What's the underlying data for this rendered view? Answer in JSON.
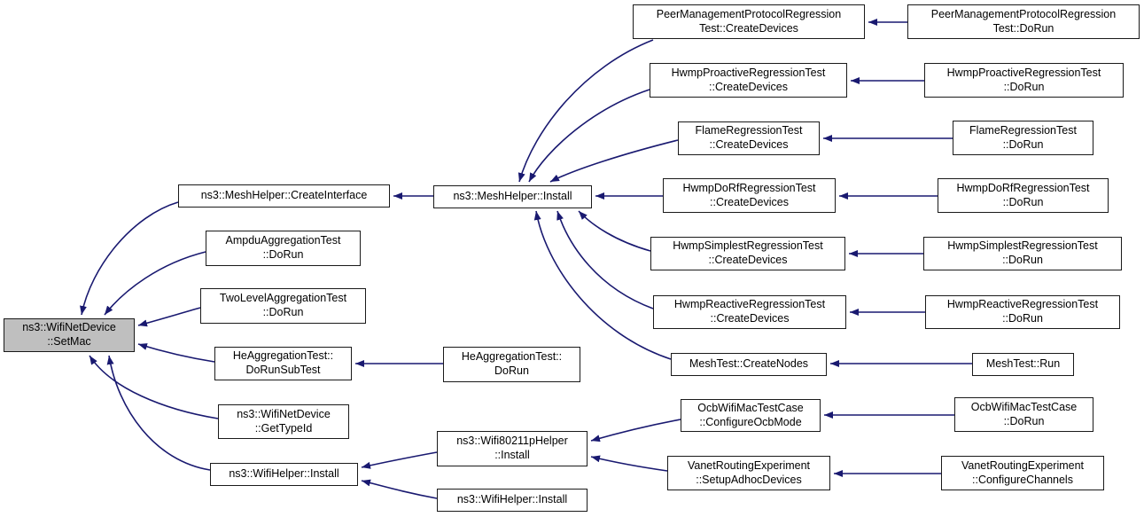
{
  "colors": {
    "edge": "#191970",
    "node_border": "#1a1a1a",
    "node_fill": "#ffffff",
    "highlight_fill": "#bfbfbf",
    "text": "#000000",
    "background": "#ffffff"
  },
  "nodes": {
    "setmac": {
      "label": "ns3::WifiNetDevice\n::SetMac",
      "highlighted": true
    },
    "createInterface": {
      "label": "ns3::MeshHelper::CreateInterface"
    },
    "ampduDoRun": {
      "label": "AmpduAggregationTest\n::DoRun"
    },
    "twoLevelDoRun": {
      "label": "TwoLevelAggregationTest\n::DoRun"
    },
    "heDoRunSubTest": {
      "label": "HeAggregationTest::\nDoRunSubTest"
    },
    "getTypeId": {
      "label": "ns3::WifiNetDevice\n::GetTypeId"
    },
    "wifiHelperInstallA": {
      "label": "ns3::WifiHelper::Install"
    },
    "meshInstall": {
      "label": "ns3::MeshHelper::Install"
    },
    "heDoRun": {
      "label": "HeAggregationTest::\nDoRun"
    },
    "wifi80211pInstall": {
      "label": "ns3::Wifi80211pHelper\n::Install"
    },
    "wifiHelperInstallB": {
      "label": "ns3::WifiHelper::Install"
    },
    "peerCreateDevices": {
      "label": "PeerManagementProtocolRegression\nTest::CreateDevices"
    },
    "proactiveCreateDevices": {
      "label": "HwmpProactiveRegressionTest\n::CreateDevices"
    },
    "flameCreateDevices": {
      "label": "FlameRegressionTest\n::CreateDevices"
    },
    "dorfCreateDevices": {
      "label": "HwmpDoRfRegressionTest\n::CreateDevices"
    },
    "simplestCreateDevices": {
      "label": "HwmpSimplestRegressionTest\n::CreateDevices"
    },
    "reactiveCreateDevices": {
      "label": "HwmpReactiveRegressionTest\n::CreateDevices"
    },
    "meshCreateNodes": {
      "label": "MeshTest::CreateNodes"
    },
    "ocbConfigureOcbMode": {
      "label": "OcbWifiMacTestCase\n::ConfigureOcbMode"
    },
    "vanetSetupAdhocDevices": {
      "label": "VanetRoutingExperiment\n::SetupAdhocDevices"
    },
    "peerDoRun": {
      "label": "PeerManagementProtocolRegression\nTest::DoRun"
    },
    "proactiveDoRun": {
      "label": "HwmpProactiveRegressionTest\n::DoRun"
    },
    "flameDoRun": {
      "label": "FlameRegressionTest\n::DoRun"
    },
    "dorfDoRun": {
      "label": "HwmpDoRfRegressionTest\n::DoRun"
    },
    "simplestDoRun": {
      "label": "HwmpSimplestRegressionTest\n::DoRun"
    },
    "reactiveDoRun": {
      "label": "HwmpReactiveRegressionTest\n::DoRun"
    },
    "meshRun": {
      "label": "MeshTest::Run"
    },
    "ocbDoRun": {
      "label": "OcbWifiMacTestCase\n::DoRun"
    },
    "vanetConfigureChannels": {
      "label": "VanetRoutingExperiment\n::ConfigureChannels"
    }
  },
  "edges": [
    {
      "from": "createInterface",
      "to": "setmac"
    },
    {
      "from": "ampduDoRun",
      "to": "setmac"
    },
    {
      "from": "twoLevelDoRun",
      "to": "setmac"
    },
    {
      "from": "heDoRunSubTest",
      "to": "setmac"
    },
    {
      "from": "getTypeId",
      "to": "setmac"
    },
    {
      "from": "wifiHelperInstallA",
      "to": "setmac"
    },
    {
      "from": "meshInstall",
      "to": "createInterface"
    },
    {
      "from": "peerCreateDevices",
      "to": "meshInstall"
    },
    {
      "from": "proactiveCreateDevices",
      "to": "meshInstall"
    },
    {
      "from": "flameCreateDevices",
      "to": "meshInstall"
    },
    {
      "from": "dorfCreateDevices",
      "to": "meshInstall"
    },
    {
      "from": "simplestCreateDevices",
      "to": "meshInstall"
    },
    {
      "from": "reactiveCreateDevices",
      "to": "meshInstall"
    },
    {
      "from": "meshCreateNodes",
      "to": "meshInstall"
    },
    {
      "from": "peerDoRun",
      "to": "peerCreateDevices"
    },
    {
      "from": "proactiveDoRun",
      "to": "proactiveCreateDevices"
    },
    {
      "from": "flameDoRun",
      "to": "flameCreateDevices"
    },
    {
      "from": "dorfDoRun",
      "to": "dorfCreateDevices"
    },
    {
      "from": "simplestDoRun",
      "to": "simplestCreateDevices"
    },
    {
      "from": "reactiveDoRun",
      "to": "reactiveCreateDevices"
    },
    {
      "from": "meshRun",
      "to": "meshCreateNodes"
    },
    {
      "from": "heDoRun",
      "to": "heDoRunSubTest"
    },
    {
      "from": "ocbDoRun",
      "to": "ocbConfigureOcbMode"
    },
    {
      "from": "vanetConfigureChannels",
      "to": "vanetSetupAdhocDevices"
    },
    {
      "from": "ocbConfigureOcbMode",
      "to": "wifi80211pInstall"
    },
    {
      "from": "vanetSetupAdhocDevices",
      "to": "wifi80211pInstall"
    },
    {
      "from": "wifi80211pInstall",
      "to": "wifiHelperInstallA"
    },
    {
      "from": "wifiHelperInstallB",
      "to": "wifiHelperInstallA"
    }
  ]
}
